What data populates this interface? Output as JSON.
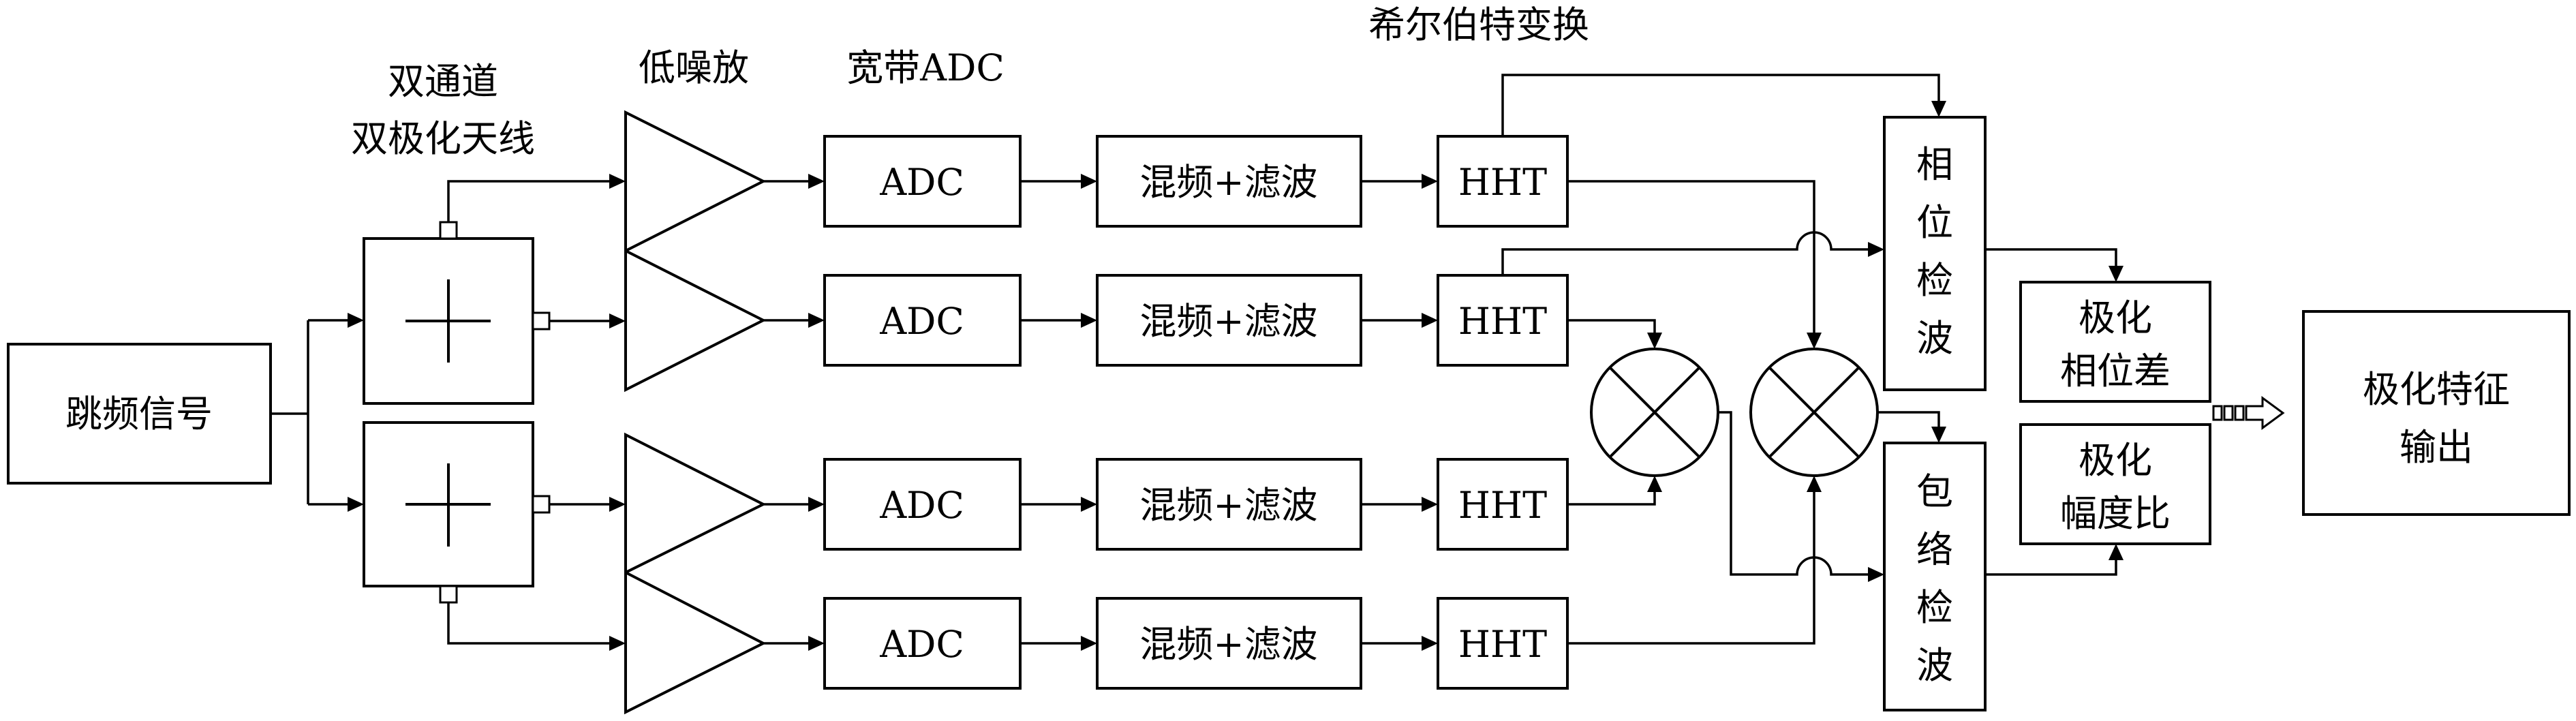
{
  "labels": {
    "hopping_signal": "跳频信号",
    "antenna_title_line1": "双通道",
    "antenna_title_line2": "双极化天线",
    "lna_title": "低噪放",
    "adc_title": "宽带ADC",
    "hht_title": "希尔伯特变换",
    "adc_block": "ADC",
    "mix_filter_block": "混频+滤波",
    "hht_block": "HHT",
    "phase_detect_chars": [
      "相",
      "位",
      "检",
      "波"
    ],
    "envelope_detect_chars": [
      "包",
      "络",
      "检",
      "波"
    ],
    "phase_diff_line1": "极化",
    "phase_diff_line2": "相位差",
    "amp_ratio_line1": "极化",
    "amp_ratio_line2": "幅度比",
    "output_line1": "极化特征",
    "output_line2": "输出"
  }
}
